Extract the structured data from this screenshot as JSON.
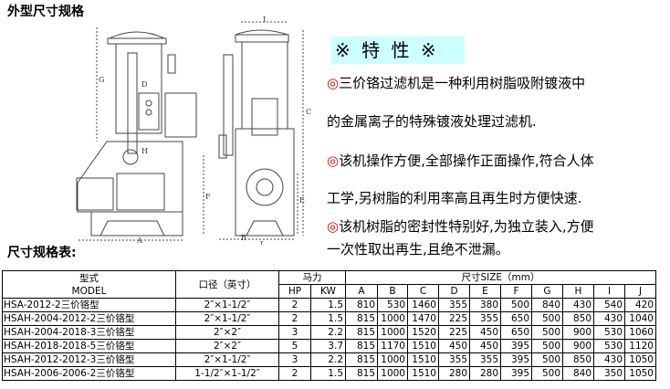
{
  "headings": {
    "outline": "外型尺寸规格",
    "table": "尺寸规格表:"
  },
  "features": {
    "title": "※ 特 性 ※",
    "bullet": "◎",
    "lines": [
      "三价铬过滤机是一种利用树脂吸附镀液中",
      "的金属离子的特殊镀液处理过滤机.",
      "该机操作方便,全部操作正面操作,符合人体",
      "工学,另树脂的利用率高且再生时方便快速.",
      "该机树脂的密封性特别好,为独立装入,方便",
      "一次性取出再生,且绝不泄漏。"
    ]
  },
  "diagram_labels": {
    "A": "A",
    "B": "B",
    "C": "C",
    "D": "D",
    "E": "E",
    "F": "F",
    "G": "G",
    "H": "H",
    "I": "I",
    "J": "J"
  },
  "table": {
    "model_cn": "型式",
    "model_en": "MODEL",
    "bore": "口径（英寸）",
    "power": "马力",
    "hp": "HP",
    "kw": "KW",
    "size": "尺寸SIZE（mm）",
    "cols": [
      "A",
      "B",
      "C",
      "D",
      "E",
      "F",
      "G",
      "H",
      "I",
      "J"
    ],
    "rows": [
      {
        "model": "HSA-2012-2三价铬型",
        "bore": "2″×1-1/2″",
        "hp": "2",
        "kw": "1.5",
        "v": [
          "810",
          "530",
          "1460",
          "355",
          "380",
          "500",
          "840",
          "430",
          "540",
          "420"
        ]
      },
      {
        "model": "HSAH-2004-2012-2三价铬型",
        "bore": "2″×1-1/2″",
        "hp": "2",
        "kw": "1.5",
        "v": [
          "815",
          "1000",
          "1470",
          "225",
          "355",
          "650",
          "500",
          "850",
          "430",
          "1040"
        ]
      },
      {
        "model": "HSAH-2004-2018-3三价铬型",
        "bore": "2″×2″",
        "hp": "3",
        "kw": "2.2",
        "v": [
          "815",
          "1000",
          "1520",
          "225",
          "450",
          "650",
          "500",
          "900",
          "530",
          "1060"
        ]
      },
      {
        "model": "HSAH-2018-2018-5三价铬型",
        "bore": "2″×2″",
        "hp": "5",
        "kw": "3.7",
        "v": [
          "815",
          "1170",
          "1510",
          "450",
          "450",
          "395",
          "500",
          "900",
          "530",
          "1120"
        ]
      },
      {
        "model": "HSAH-2012-2012-3三价铬型",
        "bore": "2″×1-1/2″",
        "hp": "3",
        "kw": "2.2",
        "v": [
          "815",
          "1000",
          "1510",
          "355",
          "355",
          "395",
          "500",
          "850",
          "430",
          "1050"
        ]
      },
      {
        "model": "HSAH-2006-2006-2三价铬型",
        "bore": "1-1/2″×1-1/2″",
        "hp": "2",
        "kw": "1.5",
        "v": [
          "815",
          "1000",
          "1510",
          "280",
          "280",
          "395",
          "500",
          "840",
          "350",
          "1050"
        ]
      }
    ]
  }
}
